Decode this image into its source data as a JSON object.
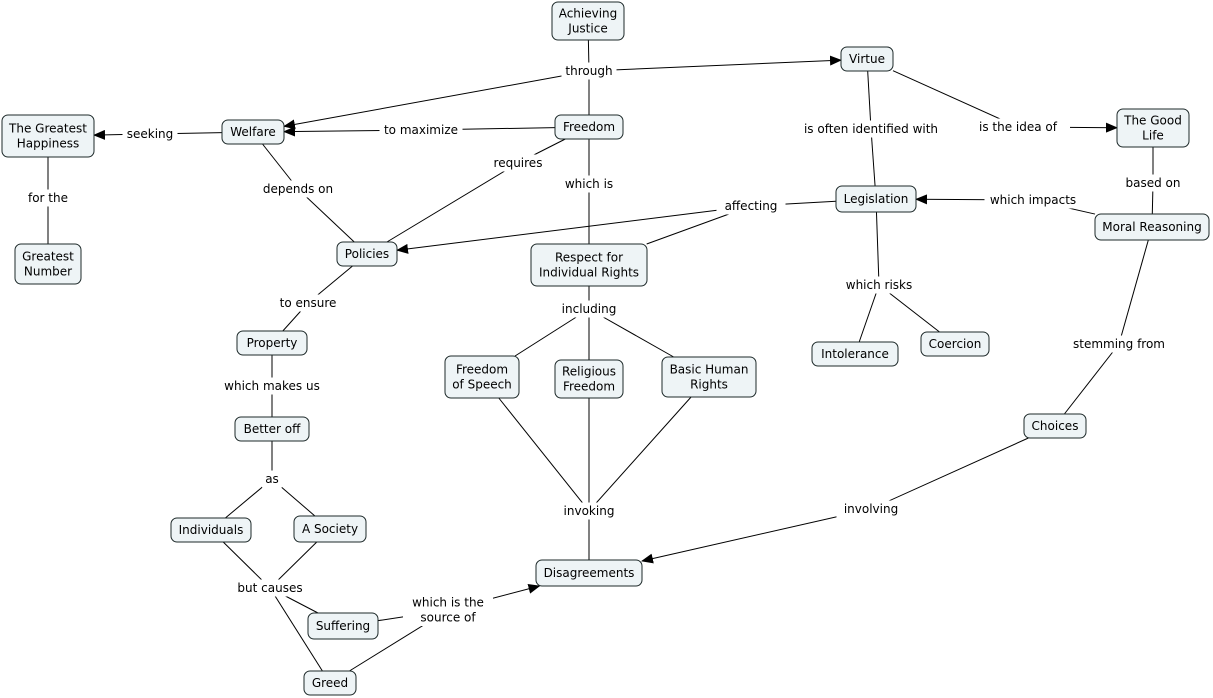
{
  "concepts": {
    "achieving_justice": [
      "Achieving",
      "Justice"
    ],
    "virtue": [
      "Virtue"
    ],
    "the_greatest_happiness": [
      "The Greatest",
      "Happiness"
    ],
    "welfare": [
      "Welfare"
    ],
    "freedom": [
      "Freedom"
    ],
    "the_good_life": [
      "The Good",
      "Life"
    ],
    "legislation": [
      "Legislation"
    ],
    "moral_reasoning": [
      "Moral Reasoning"
    ],
    "greatest_number": [
      "Greatest",
      "Number"
    ],
    "policies": [
      "Policies"
    ],
    "respect_for_individual_rights": [
      "Respect for",
      "Individual Rights"
    ],
    "property": [
      "Property"
    ],
    "intolerance": [
      "Intolerance"
    ],
    "coercion": [
      "Coercion"
    ],
    "freedom_of_speech": [
      "Freedom",
      "of Speech"
    ],
    "religious_freedom": [
      "Religious",
      "Freedom"
    ],
    "basic_human_rights": [
      "Basic Human",
      "Rights"
    ],
    "better_off": [
      "Better off"
    ],
    "choices": [
      "Choices"
    ],
    "individuals": [
      "Individuals"
    ],
    "a_society": [
      "A Society"
    ],
    "disagreements": [
      "Disagreements"
    ],
    "suffering": [
      "Suffering"
    ],
    "greed": [
      "Greed"
    ]
  },
  "linking_phrases": {
    "through": [
      "through"
    ],
    "seeking": [
      "seeking"
    ],
    "to_maximize": [
      "to maximize"
    ],
    "is_often_identified_with": [
      "is often identified with"
    ],
    "is_the_idea_of": [
      "is the idea of"
    ],
    "requires": [
      "requires"
    ],
    "which_is": [
      "which is"
    ],
    "depends_on": [
      "depends on"
    ],
    "for_the": [
      "for the"
    ],
    "affecting": [
      "affecting"
    ],
    "which_impacts": [
      "which impacts"
    ],
    "based_on": [
      "based on"
    ],
    "to_ensure": [
      "to ensure"
    ],
    "including": [
      "including"
    ],
    "which_risks": [
      "which risks"
    ],
    "stemming_from": [
      "stemming from"
    ],
    "which_makes_us": [
      "which makes us"
    ],
    "as": [
      "as"
    ],
    "invoking": [
      "invoking"
    ],
    "involving": [
      "involving"
    ],
    "but_causes": [
      "but causes"
    ],
    "which_is_the_source_of": [
      "which is the",
      "source of"
    ]
  }
}
